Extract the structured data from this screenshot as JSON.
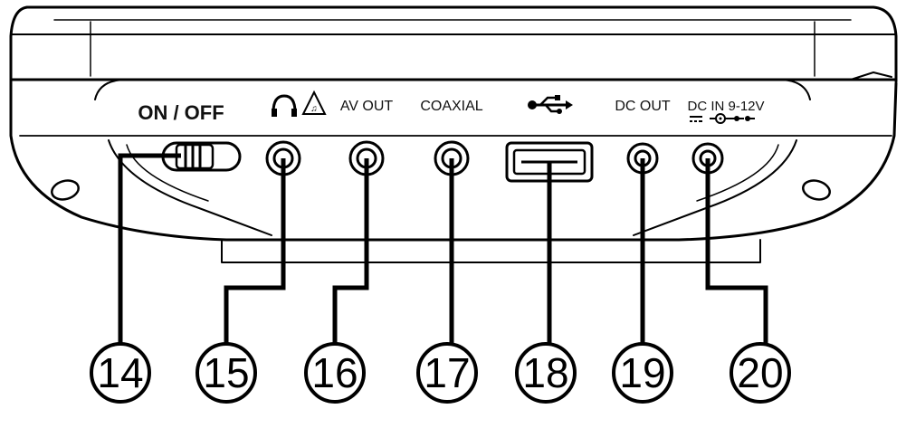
{
  "device": {
    "switch_label": "ON / OFF",
    "ports": [
      {
        "id": "headphone",
        "label": "",
        "icon": "headphone-icon"
      },
      {
        "id": "av-out",
        "label": "AV OUT"
      },
      {
        "id": "coaxial",
        "label": "COAXIAL"
      },
      {
        "id": "usb",
        "label": "",
        "icon": "usb-icon"
      },
      {
        "id": "dc-out",
        "label": "DC OUT"
      },
      {
        "id": "dc-in",
        "label": "DC IN 9-12V",
        "icon": "dc-polarity-icon"
      }
    ]
  },
  "callouts": [
    {
      "number": "14",
      "target": "power-switch"
    },
    {
      "number": "15",
      "target": "headphone-jack"
    },
    {
      "number": "16",
      "target": "av-out-jack"
    },
    {
      "number": "17",
      "target": "coaxial-jack"
    },
    {
      "number": "18",
      "target": "usb-port"
    },
    {
      "number": "19",
      "target": "dc-out-jack"
    },
    {
      "number": "20",
      "target": "dc-in-jack"
    }
  ],
  "colors": {
    "line": "#000000",
    "background": "#ffffff"
  }
}
